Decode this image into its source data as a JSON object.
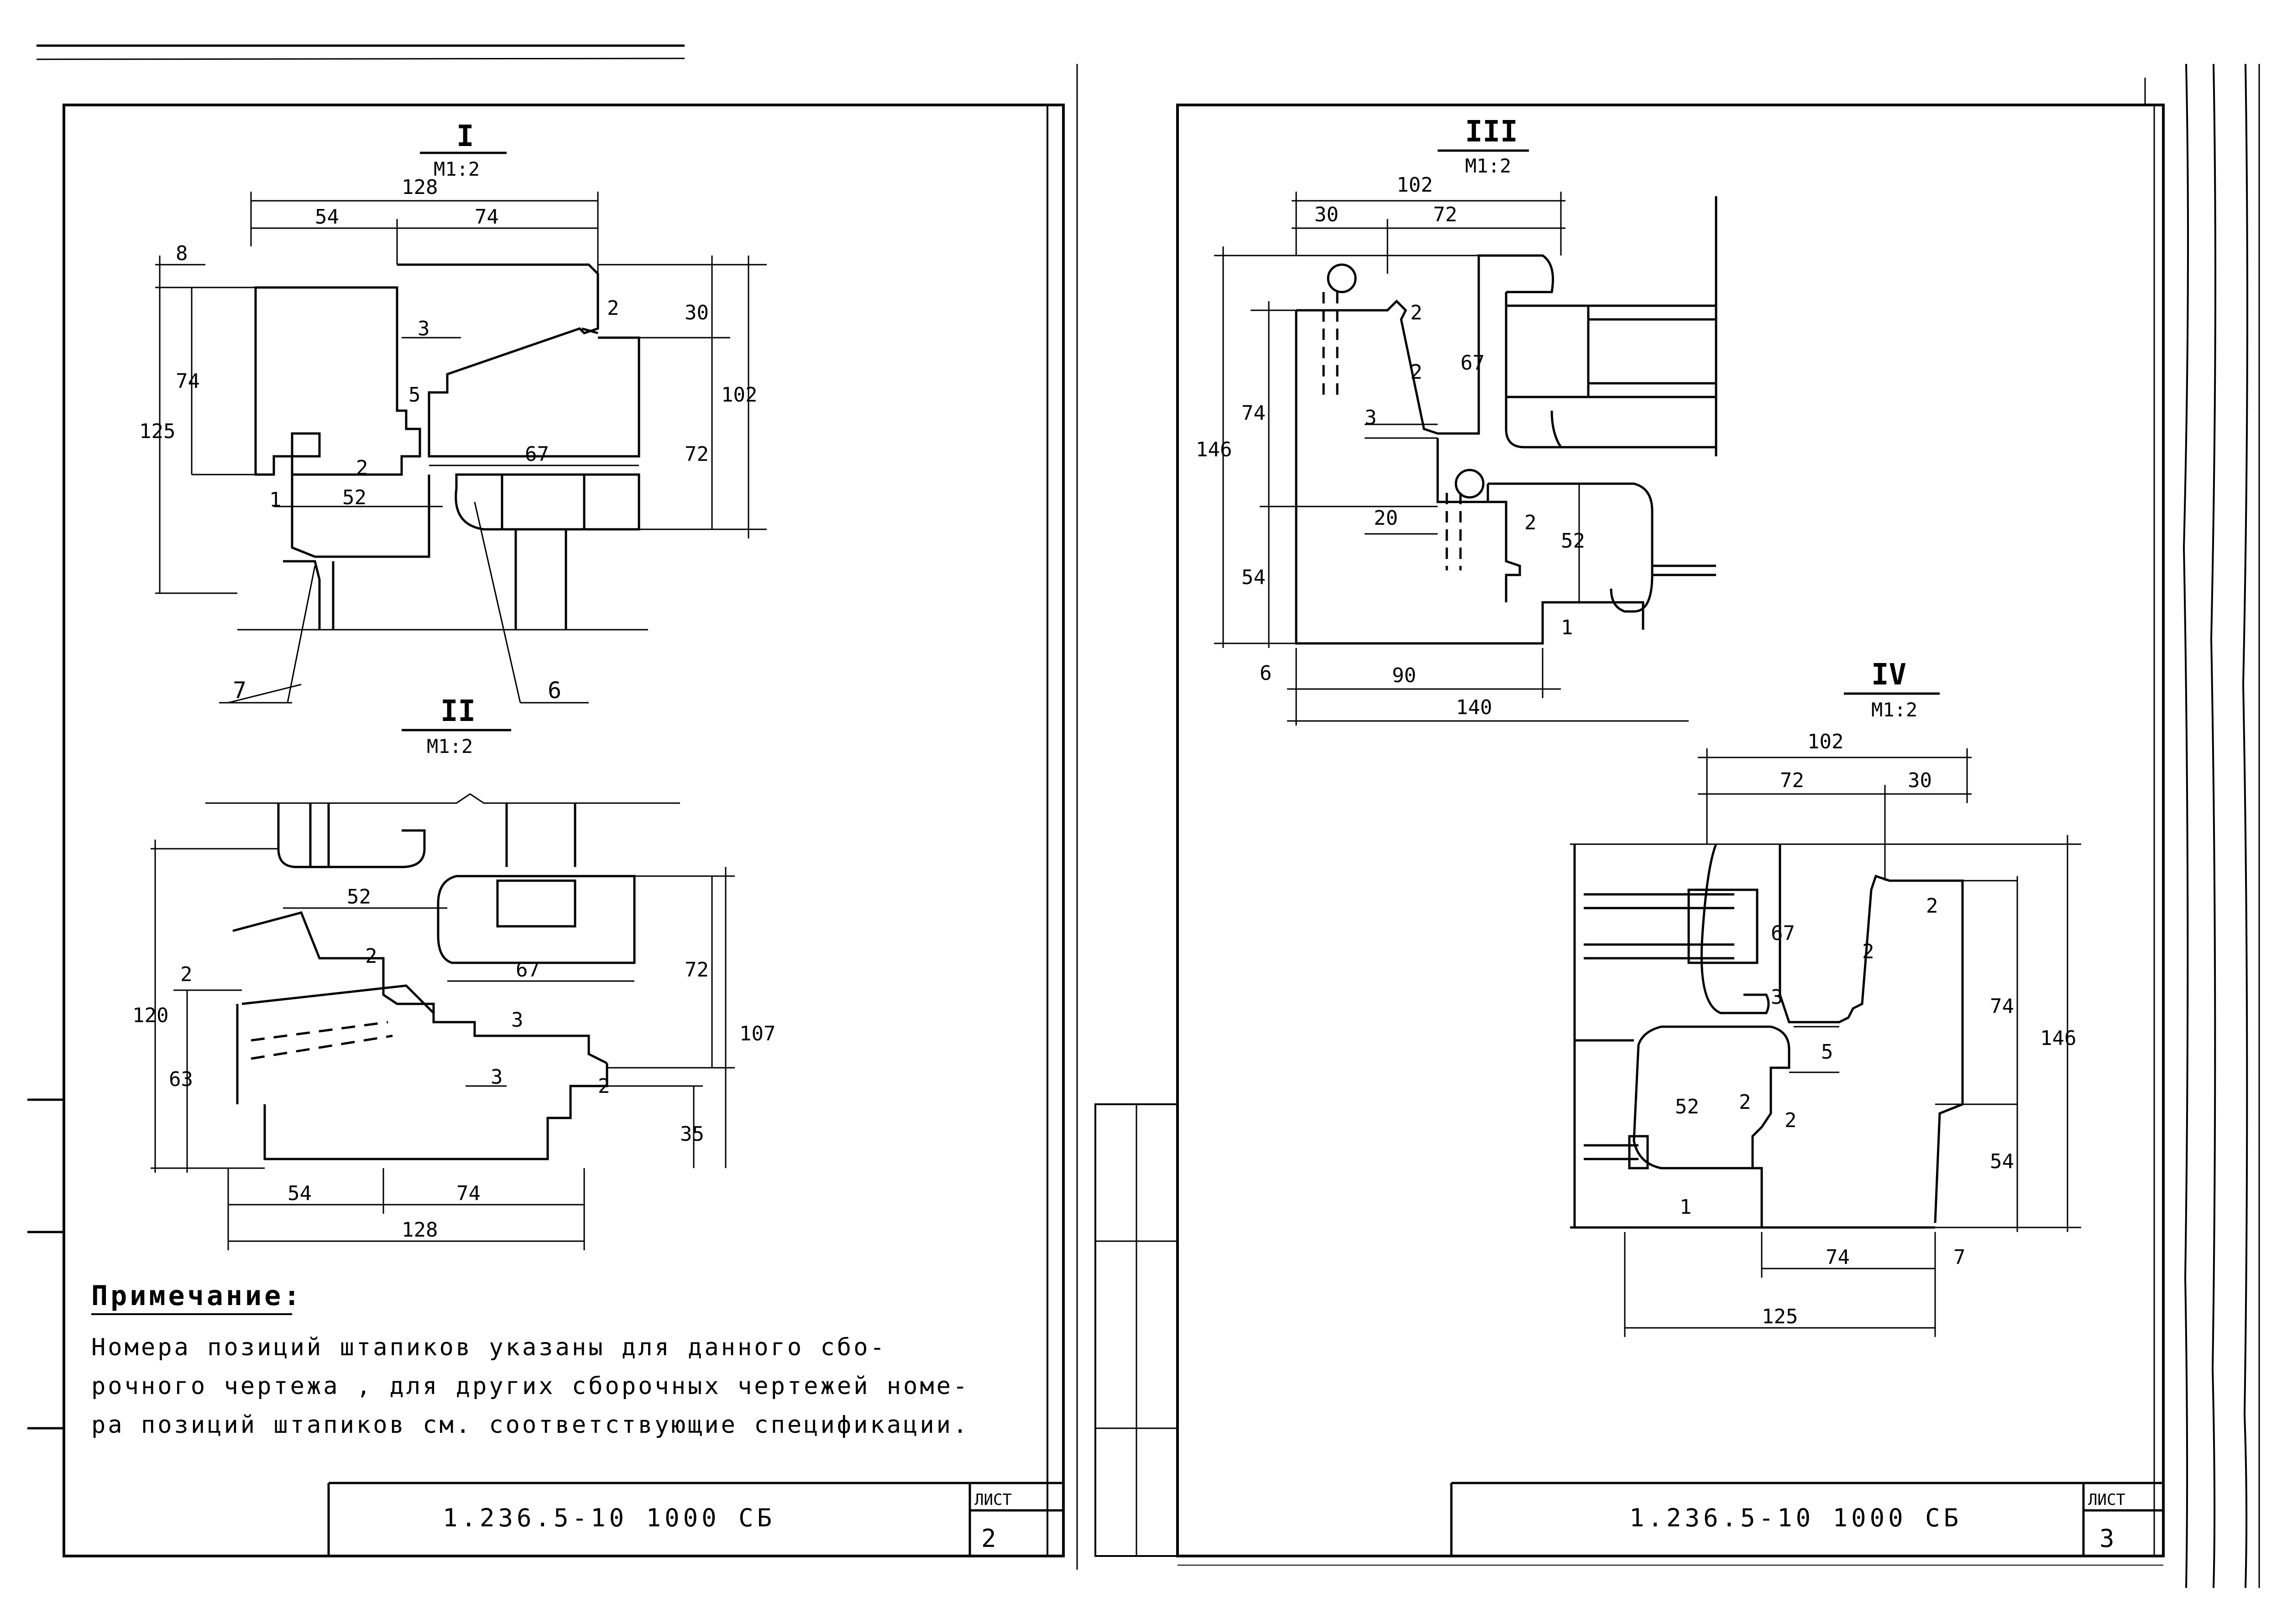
{
  "sheets": [
    {
      "code": "1.236.5-10  1000  СБ",
      "sheet_label": "ЛИСТ",
      "sheet_number": "2",
      "note_title": "Примечание:",
      "note_lines": [
        "Номера позиций штапиков   указаны для   данного сбо-",
        "рочного чертежа , для других сборочных чертежей номе-",
        "ра позиций штапиков  см.  соответствующие спецификации."
      ]
    },
    {
      "code": "1.236.5-10  1000 СБ",
      "sheet_label": "ЛИСТ",
      "sheet_number": "3"
    }
  ],
  "details": {
    "I": {
      "title": "I",
      "scale": "М1:2",
      "dims": [
        "128",
        "54",
        "74",
        "8",
        "74",
        "125",
        "30",
        "102",
        "72",
        "3",
        "5",
        "2",
        "2",
        "67",
        "1",
        "52"
      ],
      "callouts": [
        "7",
        "6"
      ]
    },
    "II": {
      "title": "II",
      "scale": "М1:2",
      "dims": [
        "52",
        "2",
        "2",
        "67",
        "72",
        "107",
        "120",
        "63",
        "3",
        "3",
        "2",
        "35",
        "54",
        "74",
        "128"
      ]
    },
    "III": {
      "title": "III",
      "scale": "М1:2",
      "dims": [
        "102",
        "30",
        "72",
        "2",
        "67",
        "2",
        "146",
        "74",
        "3",
        "20",
        "2",
        "52",
        "54",
        "1",
        "6",
        "90",
        "140"
      ]
    },
    "IV": {
      "title": "IV",
      "scale": "М1:2",
      "dims": [
        "102",
        "72",
        "30",
        "2",
        "67",
        "2",
        "3",
        "5",
        "74",
        "146",
        "2",
        "2",
        "52",
        "54",
        "1",
        "74",
        "7",
        "125"
      ]
    }
  }
}
